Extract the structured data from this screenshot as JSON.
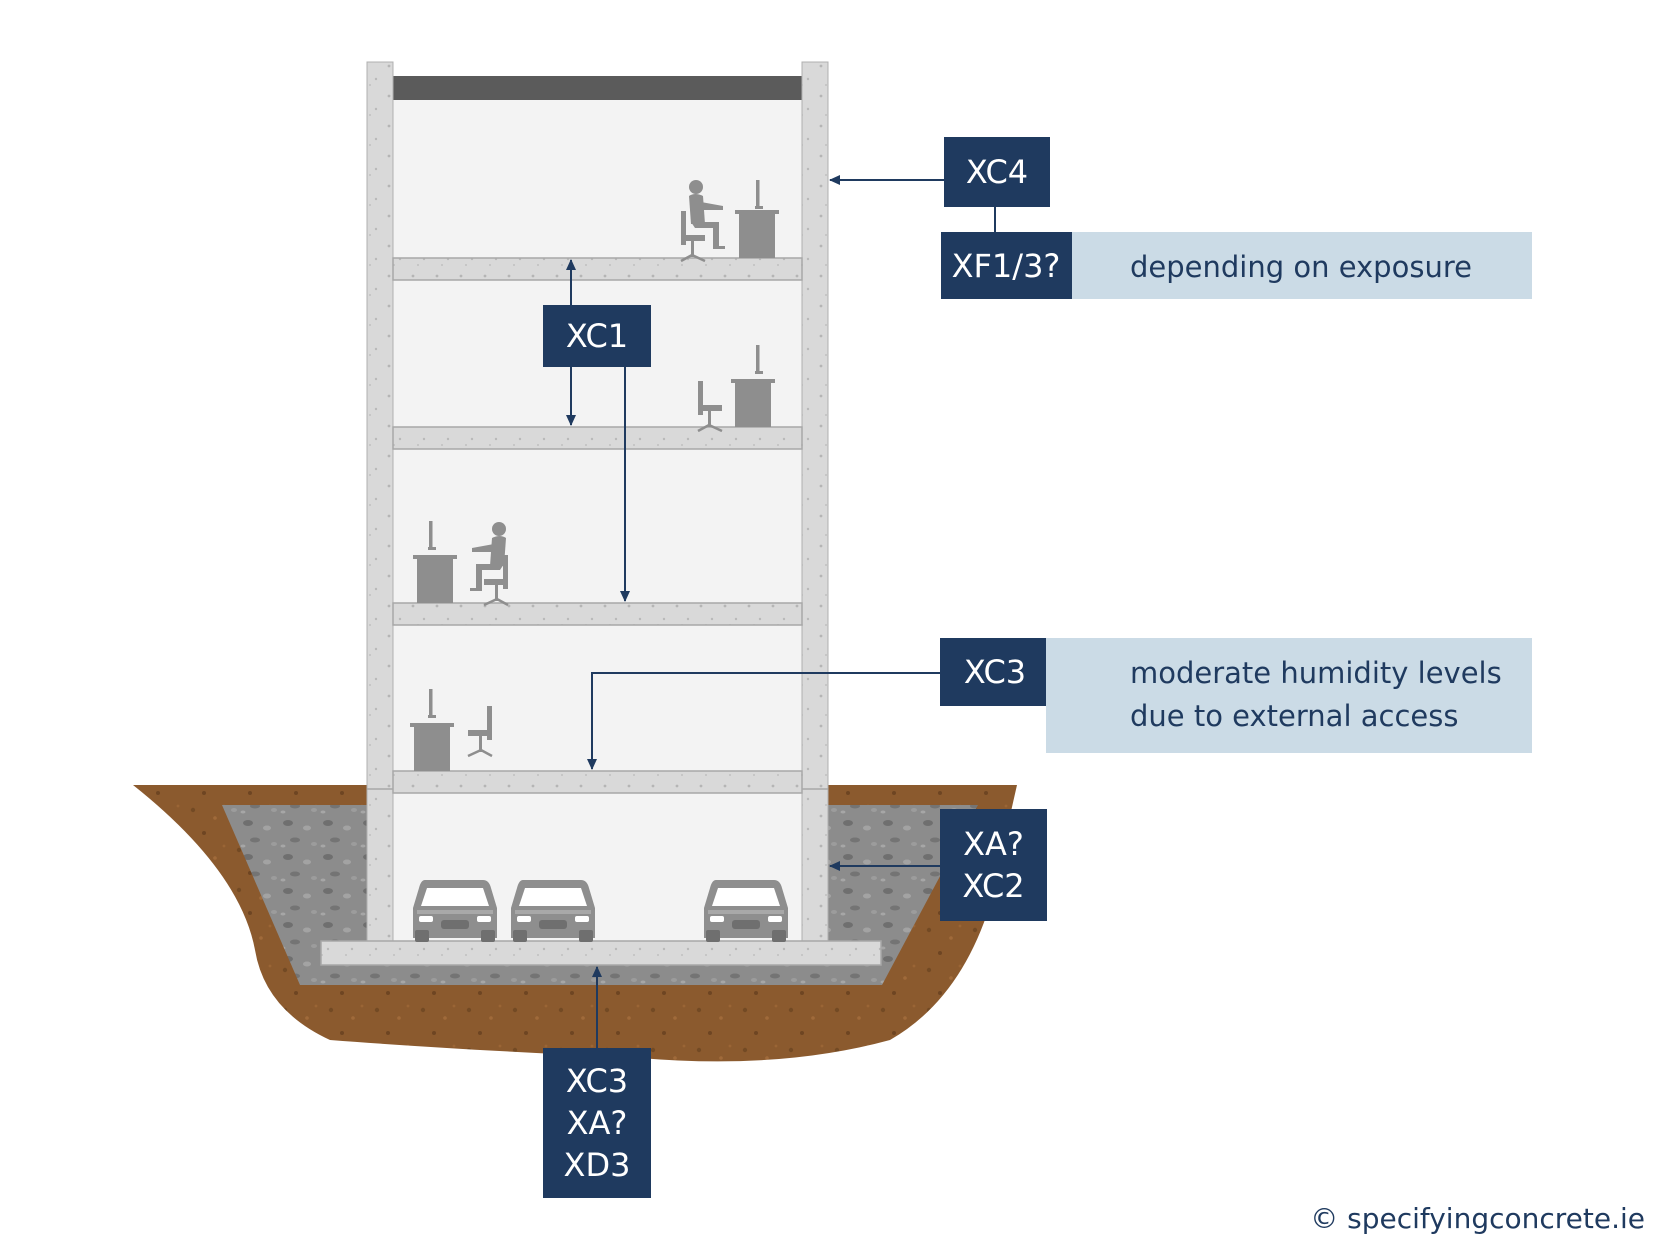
{
  "labels": {
    "top_wall": "XC4",
    "freeze": "XF1/3?",
    "freeze_note": "depending on exposure",
    "floors": "XC1",
    "ground_floor": "XC3",
    "ground_floor_note": [
      "moderate humidity levels",
      "due to external access"
    ],
    "basement_wall": [
      "XA?",
      "XC2"
    ],
    "foundation": [
      "XC3",
      "XA?",
      "XD3"
    ]
  },
  "copyright": "© specifyingconcrete.ie",
  "colors": {
    "label_box": "#1f3a5f",
    "note_box": "#cbdbe6",
    "concrete": "#d9d9d9",
    "soil": "#8b5a2e",
    "gravel": "#8c8c8c",
    "room": "#f3f3f3",
    "furniture": "#8e8e8e"
  },
  "icons": [
    "office-worker-icon",
    "office-desk-icon",
    "office-chair-icon",
    "car-icon"
  ]
}
